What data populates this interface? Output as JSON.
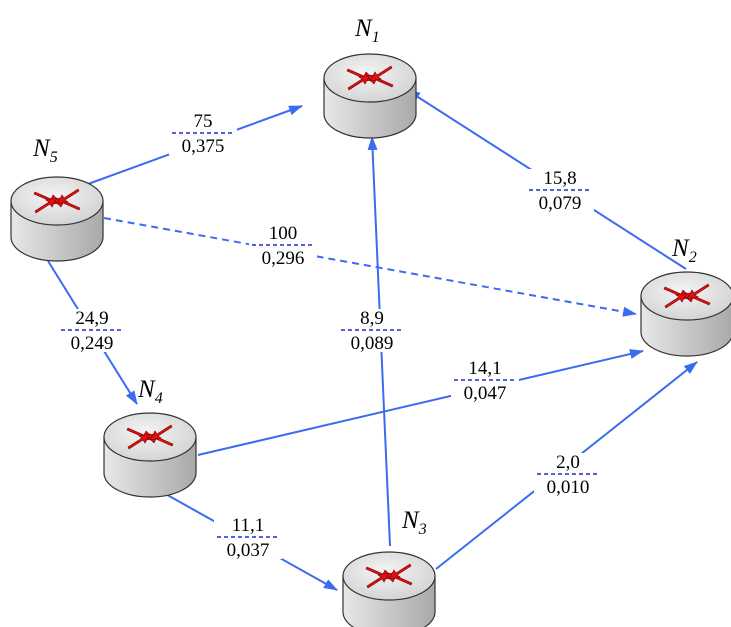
{
  "nodes": [
    {
      "id": "N1",
      "letter": "N",
      "sub": "1"
    },
    {
      "id": "N2",
      "letter": "N",
      "sub": "2"
    },
    {
      "id": "N3",
      "letter": "N",
      "sub": "3"
    },
    {
      "id": "N4",
      "letter": "N",
      "sub": "4"
    },
    {
      "id": "N5",
      "letter": "N",
      "sub": "5"
    }
  ],
  "edges": [
    {
      "id": "e51",
      "from": "N5",
      "to": "N1",
      "top": "75",
      "bottom": "0,375",
      "style": "solid"
    },
    {
      "id": "e21",
      "from": "N2",
      "to": "N1",
      "top": "15,8",
      "bottom": "0,079",
      "style": "solid"
    },
    {
      "id": "e52",
      "from": "N5",
      "to": "N2",
      "top": "100",
      "bottom": "0,296",
      "style": "dashed"
    },
    {
      "id": "e54",
      "from": "N5",
      "to": "N4",
      "top": "24,9",
      "bottom": "0,249",
      "style": "solid"
    },
    {
      "id": "e31",
      "from": "N3",
      "to": "N1",
      "top": "8,9",
      "bottom": "0,089",
      "style": "solid"
    },
    {
      "id": "e42",
      "from": "N4",
      "to": "N2",
      "top": "14,1",
      "bottom": "0,047",
      "style": "solid"
    },
    {
      "id": "e32",
      "from": "N3",
      "to": "N2",
      "top": "2,0",
      "bottom": "0,010",
      "style": "solid"
    },
    {
      "id": "e43",
      "from": "N4",
      "to": "N3",
      "top": "11,1",
      "bottom": "0,037",
      "style": "solid"
    }
  ],
  "colors": {
    "edge": "#3b6cf0",
    "router_body": "#d9d9d9",
    "router_arrow": "#e01010"
  },
  "icons": {
    "node": "router-icon"
  }
}
